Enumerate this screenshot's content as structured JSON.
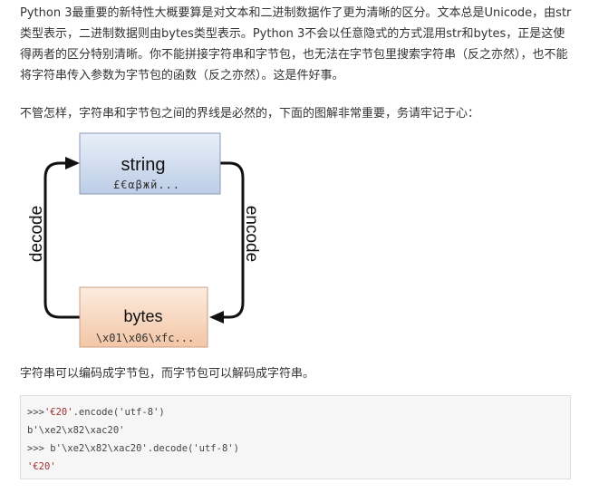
{
  "paragraphs": {
    "intro": "Python 3最重要的新特性大概要算是对文本和二进制数据作了更为清晰的区分。文本总是Unicode，由str类型表示，二进制数据则由bytes类型表示。Python 3不会以任意隐式的方式混用str和bytes，正是这使得两者的区分特别清晰。你不能拼接字符串和字节包，也无法在字节包里搜索字符串（反之亦然），也不能将字符串传入参数为字节包的函数（反之亦然）。这是件好事。",
    "boundary": "不管怎样，字符串和字节包之间的界线是必然的，下面的图解非常重要，务请牢记于心：",
    "summary": "字符串可以编码成字节包，而字节包可以解码成字符串。"
  },
  "diagram": {
    "string_box": {
      "title": "string",
      "sample": "£€αβжй..."
    },
    "bytes_box": {
      "title": "bytes",
      "sample": "\\x01\\x06\\xfc..."
    },
    "left_label": "decode",
    "right_label": "encode",
    "colors": {
      "string_fill_top": "#e9eff9",
      "string_fill_bottom": "#bccde6",
      "bytes_fill_top": "#fcecdf",
      "bytes_fill_bottom": "#f3c6a6"
    }
  },
  "code": {
    "lines": [
      {
        "prefix": ">>>",
        "str": "'€20'",
        "rest": ".encode('utf-8')"
      },
      {
        "prefix": "",
        "str": "",
        "rest": "b'\\xe2\\x82\\xac20'"
      },
      {
        "prefix": ">>> ",
        "str": "",
        "rest": "b'\\xe2\\x82\\xac20'.decode('utf-8')"
      },
      {
        "prefix": "",
        "str": "'€20'",
        "rest": ""
      }
    ]
  }
}
